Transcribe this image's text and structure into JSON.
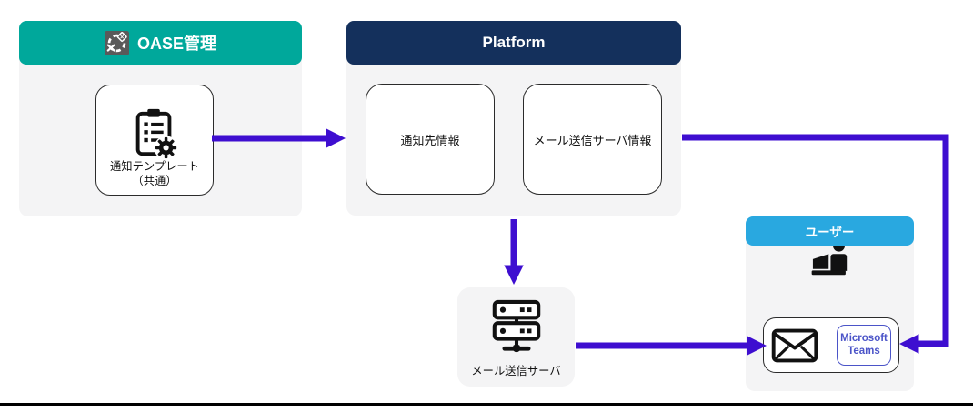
{
  "oase": {
    "title": "OASE管理",
    "header_icon": "tools-gears-icon",
    "node": {
      "icon": "clipboard-gear-icon",
      "label_line1": "通知テンプレート",
      "label_line2": "（共通）"
    }
  },
  "platform": {
    "title": "Platform",
    "nodes": [
      {
        "label": "通知先情報"
      },
      {
        "label": "メール送信サーバ情報"
      }
    ]
  },
  "user": {
    "title": "ユーザー",
    "person_icon": "person-at-laptop-icon",
    "mail_client": {
      "envelope_icon": "envelope-icon",
      "teams_label_line1": "Microsoft",
      "teams_label_line2": "Teams"
    }
  },
  "mail_server": {
    "icon": "server-icon",
    "label": "メール送信サーバ"
  },
  "arrows": [
    {
      "name": "template-to-platform",
      "from": "通知テンプレート（共通）",
      "to": "Platform"
    },
    {
      "name": "platform-to-mail-server",
      "from": "Platform",
      "to": "メール送信サーバ"
    },
    {
      "name": "mail-server-to-mail-client",
      "from": "メール送信サーバ",
      "to": "ユーザー"
    },
    {
      "name": "mail-server-info-to-mail-client",
      "from": "メール送信サーバ情報",
      "to": "ユーザー"
    }
  ],
  "colors": {
    "oase_header": "#00A89B",
    "platform_header": "#14305C",
    "user_header": "#29A8E0",
    "arrow": "#3E0ED0",
    "panel_body": "#F4F4F5",
    "node_border": "#2B2B2B",
    "teams_accent": "#4B54C8",
    "bottom_rule": "#000000"
  }
}
